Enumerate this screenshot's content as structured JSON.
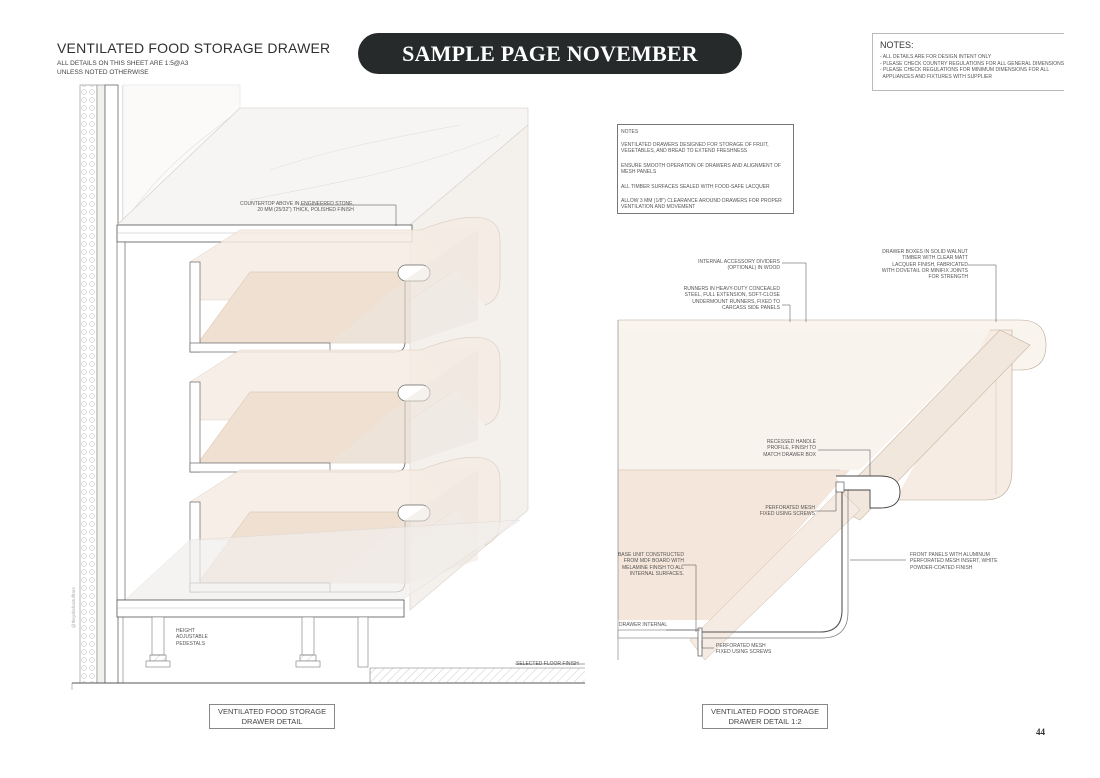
{
  "sheet": {
    "title": "VENTILATED FOOD STORAGE DRAWER",
    "subtitle_line1": "ALL DETAILS ON THIS SHEET ARE 1:5@A3",
    "subtitle_line2": "UNLESS NOTED OTHERWISE",
    "banner": "SAMPLE PAGE NOVEMBER",
    "page_number": "44"
  },
  "general_notes": {
    "heading": "NOTES:",
    "lines": "- ALL DETAILS ARE FOR DESIGN INTENT ONLY\n- PLEASE CHECK COUNTRY REGULATIONS FOR ALL GENERAL DIMENSIONS\n- PLEASE CHECK REGULATIONS FOR MINIMUM DIMENSIONS FOR ALL\n  APPLIANCES AND FIXTURES WITH SUPPLIER"
  },
  "detail_notes": {
    "heading": "NOTES",
    "p1": "VENTILATED DRAWERS DESIGNED FOR STORAGE OF FRUIT,\nVEGETABLES, AND BREAD TO EXTEND FRESHNESS",
    "p2": "ENSURE SMOOTH OPERATION OF DRAWERS AND ALIGNMENT OF\nMESH PANELS",
    "p3": "ALL TIMBER SURFACES SEALED WITH FOOD-SAFE LACQUER",
    "p4": "ALLOW 3 MM (1/8\") CLEARANCE AROUND DRAWERS FOR PROPER\nVENTILATION AND MOVEMENT"
  },
  "left_labels": {
    "countertop": "COUNTERTOP ABOVE IN ENGINEERED STONE,\n20 MM (25/32\") THICK, POLISHED FINISH",
    "pedestals": "HEIGHT\nADJUSTABLE\nPEDESTALS",
    "floor": "SELECTED FLOOR FINISH",
    "watermark": "@theydrafrastuffmrs"
  },
  "right_labels": {
    "dividers": "INTERNAL ACCESSORY DIVIDERS\n(OPTIONAL) IN WOOD",
    "runners": "RUNNERS IN HEAVY-DUTY CONCEALED\nSTEEL, FULL EXTENSION, SOFT-CLOSE\nUNDERMOUNT RUNNERS, FIXED TO\nCARCASS SIDE PANELS",
    "drawer_boxes": "DRAWER BOXES IN SOLID WALNUT\nTIMBER WITH CLEAR MATT\nLACQUER FINISH, FABRICATED\nWITH DOVETAIL OR MINIFIX JOINTS\nFOR STRENGTH",
    "handle": "RECESSED HANDLE\nPROFILE, FINISH TO\nMATCH DRAWER BOX",
    "mesh_top": "PERFORATED MESH\nFIXED USING SCREWS",
    "base_unit": "BASE UNIT CONSTRUCTED\nFROM MDF BOARD WITH\nMELAMINE FINISH TO ALL\nINTERNAL SURFACES.",
    "front_panels": "FRONT PANELS WITH ALUMINUM\nPERFORATED MESH INSERT, WHITE\nPOWDER-COATED FINISH",
    "drawer_internal": "DRAWER INTERNAL",
    "mesh_bottom": "PERFORATED MESH\nFIXED USING SCREWS"
  },
  "captions": {
    "left": "VENTILATED FOOD STORAGE\nDRAWER DETAIL",
    "right": "VENTILATED FOOD STORAGE\nDRAWER DETAIL 1:2"
  }
}
